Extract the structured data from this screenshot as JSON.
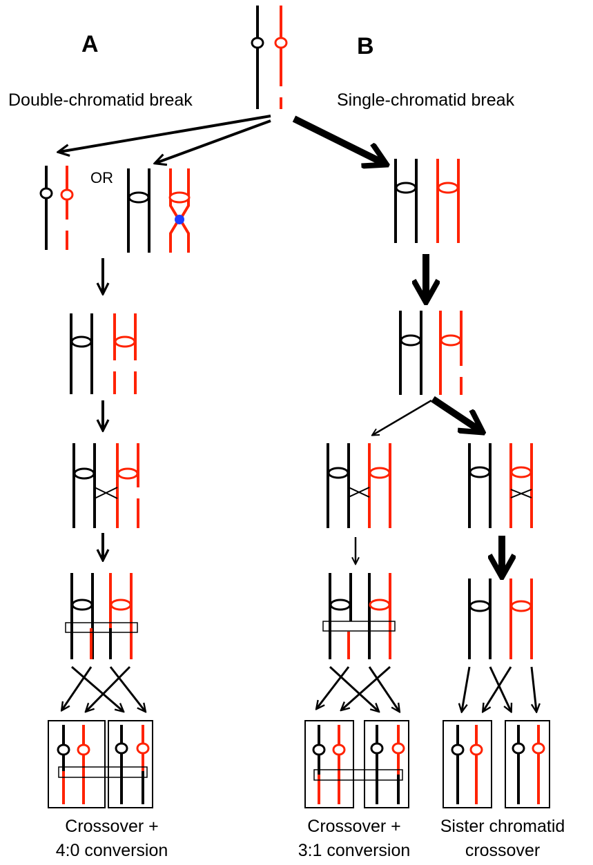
{
  "labels": {
    "panel_a": "A",
    "panel_b": "B",
    "double_break": "Double-chromatid break",
    "single_break": "Single-chromatid break",
    "or": "OR"
  },
  "outcomes": [
    {
      "line1": "Crossover +",
      "line2": "4:0 conversion"
    },
    {
      "line1": "Crossover +",
      "line2": "3:1 conversion"
    },
    {
      "line1": "Sister chromatid",
      "line2": "crossover"
    }
  ],
  "colors": {
    "homolog_1": "#000000",
    "homolog_2": "#ff2200",
    "marker": "#1f3cff"
  }
}
